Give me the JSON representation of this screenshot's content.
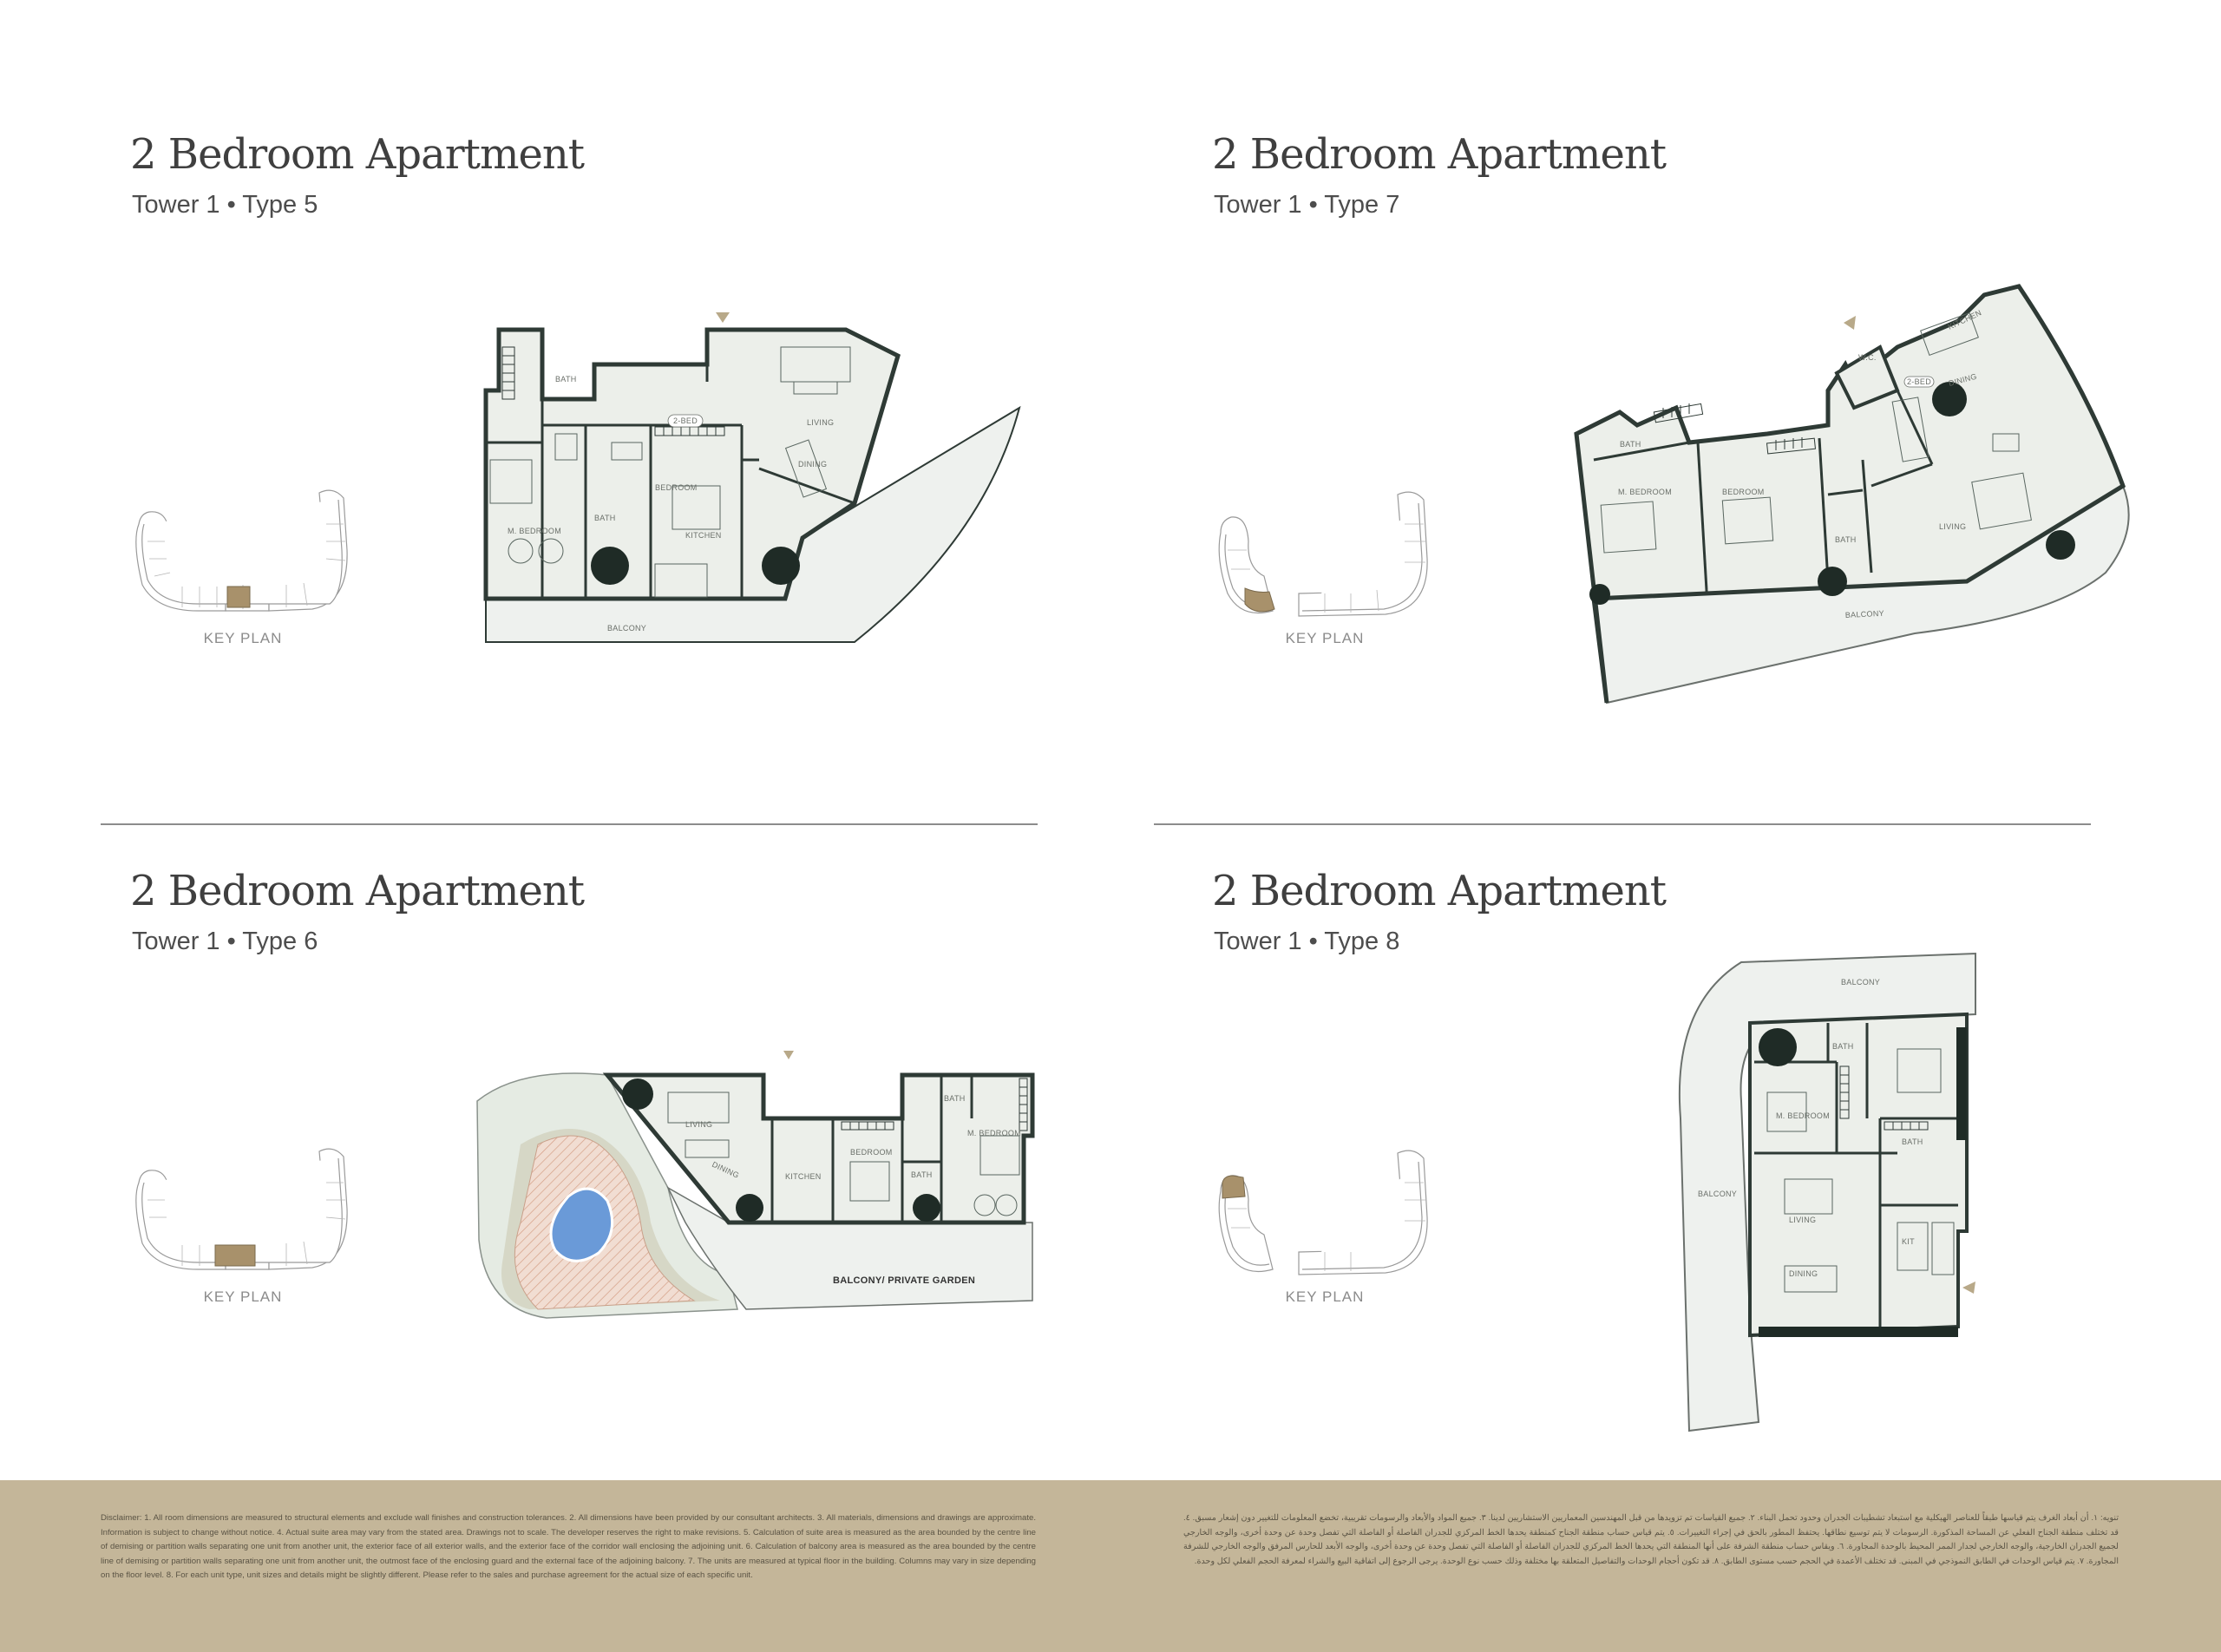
{
  "panels": [
    {
      "title": "2 Bedroom Apartment",
      "subtitle": "Tower 1 • Type 5",
      "key_plan_label": "KEY PLAN",
      "rooms": {
        "bath": "BATH",
        "bath2": "BATH",
        "bedroom": "BEDROOM",
        "m_bedroom": "M. BEDROOM",
        "kitchen": "KITCHEN",
        "living": "LIVING",
        "dining": "DINING",
        "balcony": "BALCONY",
        "tag": "2-BED"
      }
    },
    {
      "title": "2 Bedroom Apartment",
      "subtitle": "Tower 1 • Type 7",
      "key_plan_label": "KEY PLAN",
      "rooms": {
        "bath": "BATH",
        "wc": "W.C.",
        "kitchen": "KITCHEN",
        "dining": "DINING",
        "m_bedroom": "M. BEDROOM",
        "bedroom": "BEDROOM",
        "bath2": "BATH",
        "living": "LIVING",
        "balcony": "BALCONY",
        "tag": "2-BED"
      }
    },
    {
      "title": "2 Bedroom Apartment",
      "subtitle": "Tower 1 • Type 6",
      "key_plan_label": "KEY PLAN",
      "rooms": {
        "living": "LIVING",
        "dining": "DINING",
        "kitchen": "KITCHEN",
        "bedroom": "BEDROOM",
        "bath": "BATH",
        "bath2": "BATH",
        "m_bedroom": "M. BEDROOM",
        "balcony": "BALCONY/ PRIVATE GARDEN"
      }
    },
    {
      "title": "2 Bedroom Apartment",
      "subtitle": "Tower 1 • Type 8",
      "key_plan_label": "KEY PLAN",
      "rooms": {
        "balcony_top": "BALCONY",
        "balcony_side": "BALCONY",
        "bath": "BATH",
        "m_bedroom": "M. BEDROOM",
        "living": "LIVING",
        "dining": "DINING",
        "bath2": "BATH",
        "kit": "KIT"
      }
    }
  ],
  "footer": {
    "disclaimer_en": "Disclaimer: 1. All room dimensions are measured to structural elements and exclude wall finishes and construction tolerances. 2. All dimensions have been provided by our consultant architects. 3. All materials, dimensions and drawings are approximate. Information is subject to change without notice. 4. Actual suite area may vary from the stated area. Drawings not to scale. The developer reserves the right to make revisions. 5. Calculation of suite area is measured as the area bounded by the centre line of demising or partition walls separating one unit from another unit, the exterior face of all exterior walls, and the exterior face of the corridor wall enclosing the adjoining unit. 6. Calculation of balcony area is measured as the area bounded by the centre line of demising or partition walls separating one unit from another unit, the outmost face of the enclosing guard and the external face of the adjoining balcony. 7. The units are measured at typical floor in the building. Columns may vary in size depending on the floor level. 8. For each unit type, unit sizes and details might be slightly different. Please refer to the sales and purchase agreement for the actual size of each specific unit.",
    "disclaimer_ar": "تنويه: ١. أن أبعاد الغرف يتم قياسها طبقاً للعناصر الهيكلية مع استبعاد تشطيبات الجدران وحدود تحمل البناء. ٢. جميع القياسات تم تزويدها من قبل المهندسين المعماريين الاستشاريين لدينا. ٣. جميع المواد والأبعاد والرسومات تقريبية، تخضع المعلومات للتغيير دون إشعار مسبق. ٤. قد تختلف منطقة الجناح الفعلي عن المساحة المذكورة. الرسومات لا يتم توسيع نطاقها. يحتفظ المطور بالحق في إجراء التغييرات. ٥. يتم قياس حساب منطقة الجناح كمنطقة يحدها الخط المركزي للجدران الفاصلة أو الفاصلة التي تفصل وحدة عن وحدة أخرى، والوجه الخارجي لجميع الجدران الخارجية، والوجه الخارجي لجدار الممر المحيط بالوحدة المجاورة. ٦. ويقاس حساب منطقة الشرفة على أنها المنطقة التي يحدها الخط المركزي للجدران الفاصلة أو الفاصلة التي تفصل وحدة عن وحدة أخرى، والوجه الأبعد للحارس المرفق والوجه الخارجي للشرفة المجاورة. ٧. يتم قياس الوحدات في الطابق النموذجي في المبنى. قد تختلف الأعمدة في الحجم حسب مستوى الطابق. ٨. قد تكون أحجام الوحدات والتفاصيل المتعلقة بها مختلفة وذلك حسب نوع الوحدة. يرجى الرجوع إلى اتفاقية البيع والشراء لمعرفة الحجم الفعلي لكل وحدة."
  }
}
